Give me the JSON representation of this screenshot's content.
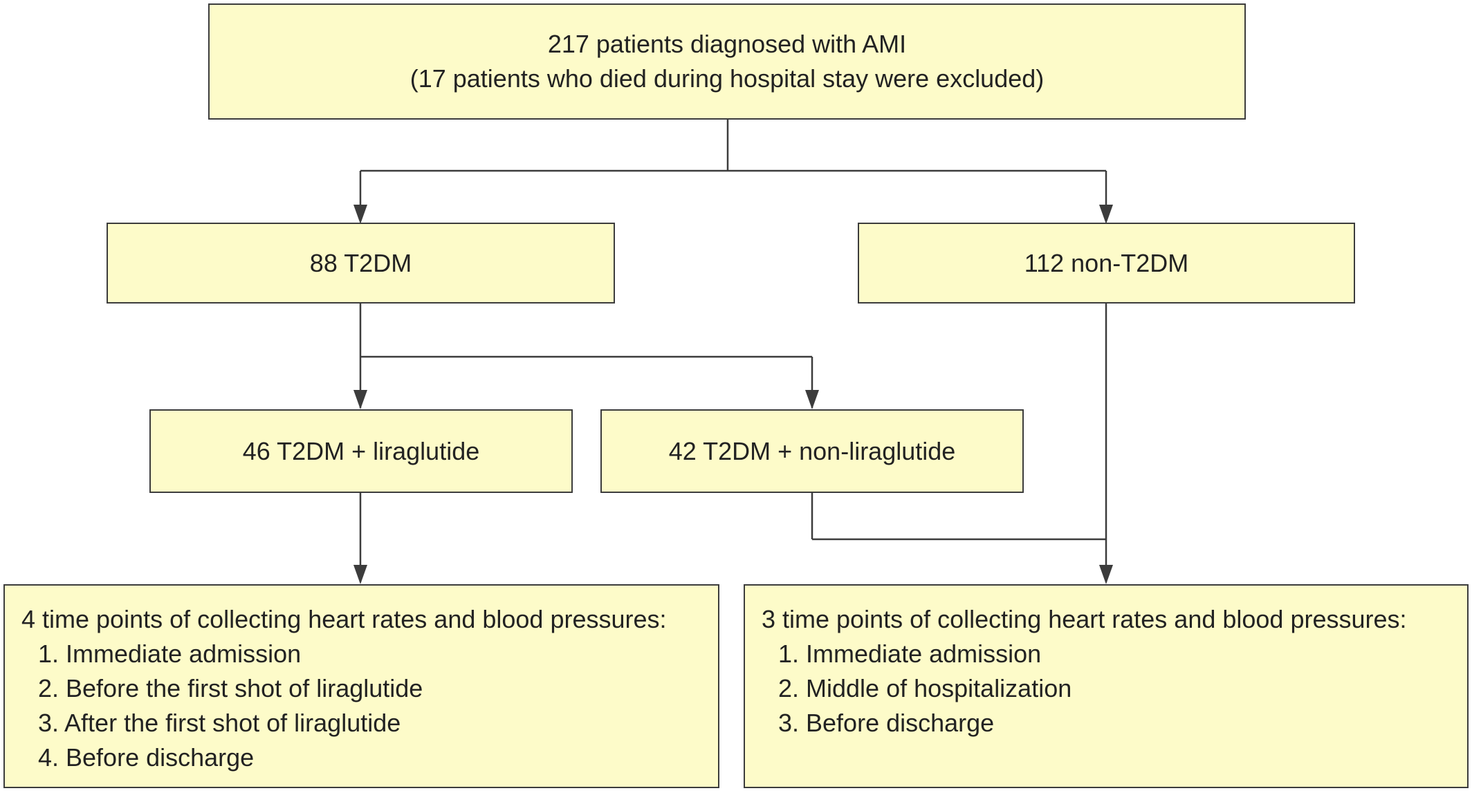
{
  "diagram": {
    "root": {
      "line1": "217 patients diagnosed with AMI",
      "line2": "(17 patients who died during hospital stay were excluded)"
    },
    "t2dm": "88 T2DM",
    "non_t2dm": "112 non-T2DM",
    "lira": "46 T2DM + liraglutide",
    "non_lira": "42 T2DM + non-liraglutide",
    "left_outcome": {
      "title": "4 time points of collecting heart rates and blood pressures:",
      "items": [
        "1. Immediate admission",
        "2. Before the first shot of liraglutide",
        "3. After the first shot of liraglutide",
        "4. Before discharge"
      ]
    },
    "right_outcome": {
      "title": "3 time points of collecting heart rates and blood pressures:",
      "items": [
        "1. Immediate admission",
        "2. Middle of hospitalization",
        "3. Before discharge"
      ]
    },
    "colors": {
      "box_fill": "#fdfbc9",
      "box_border": "#3c3c3c",
      "line": "#3c3c3c"
    }
  }
}
